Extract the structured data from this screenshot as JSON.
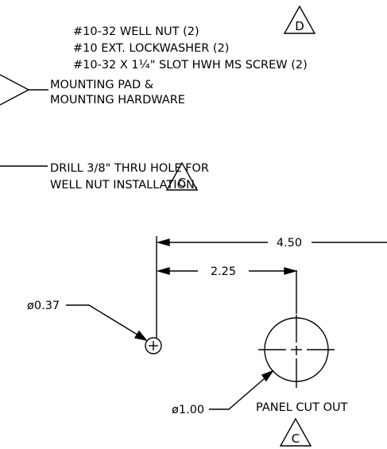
{
  "hardware_notes": {
    "line1": "#10-32 WELL NUT (2)",
    "line2": "#10 EXT. LOCKWASHER (2)",
    "line3": "#10-32 X 1¼\" SLOT HWH MS SCREW (2)",
    "rev_top": "D"
  },
  "mounting_label": {
    "line1": "MOUNTING PAD &",
    "line2": "MOUNTING HARDWARE"
  },
  "drill_note": {
    "line1": "DRILL 3/8\" THRU HOLE FOR",
    "line2": "WELL NUT INSTALLATION.",
    "rev": "C"
  },
  "dimensions": {
    "overall": "4.50",
    "half": "2.25",
    "small_hole": "ø0.37",
    "large_hole": "ø1.00"
  },
  "panel_cutout": {
    "label": "PANEL CUT OUT",
    "rev": "C"
  }
}
